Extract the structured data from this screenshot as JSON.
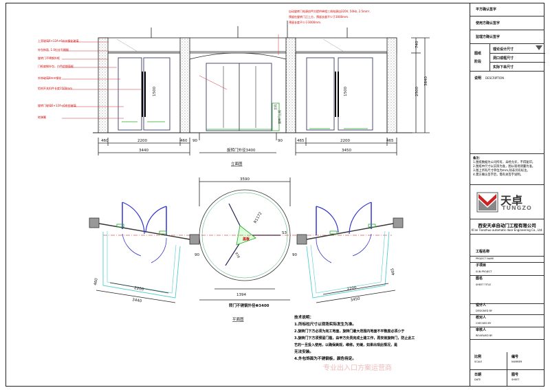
{
  "title_block": {
    "signoff_rows": [
      "平方确认签字",
      "使用方确认签字",
      "监理方确认签字"
    ],
    "dimension_label": [
      "图纸",
      "阶段"
    ],
    "dimension_rows": [
      "理论设计尺寸",
      "洞口或框尺寸",
      "实际下单尺寸"
    ],
    "description_label": "说明",
    "description_en": "DESCRIPTION",
    "notes_title": "备注：",
    "notes": [
      "1.图纸数据为公司所有，未经允许，不得复印。",
      "2.图纸中尺寸以实际为准，图以现场测量为准。",
      "3.图上所有尺寸单位为mm,除非另有标注。",
      "4.需方确认签字后，需有关签字说明。"
    ],
    "logo_text": "天卓",
    "logo_sub": "TUNGZO",
    "company_cn": "西安天卓自动门工程有限公司",
    "company_en": "Xi'an Tianzhuo automatic door Engineering Co., Ltd.",
    "project_name_cn": "工程名称",
    "project_name_en": "PROJECT NAME",
    "sub_project_cn": "子项目",
    "sub_project_en": "SUB-PROJECT",
    "sheet_title_cn": "图名",
    "sheet_title_en": "SHEET TITLE",
    "designer_cn": "设计人",
    "designer_en": "DESIGNED BY",
    "checker_cn": "校对人",
    "checker_en": "CHECKED BY",
    "reviewer_cn": "审核人",
    "reviewer_en": "REVIEWED BY",
    "scale_cn": "比例",
    "scale_en": "SCALE",
    "number_cn": "编号",
    "number_en": "NUMBER",
    "date_cn": "日期",
    "date_en": "DATE",
    "sheet_cn": "图号",
    "sheet_en": "SHEET"
  },
  "elevation": {
    "top_note": [
      "自动旋转门电源由甲方提供单相三线电源自220V, 50Hz, 2.5mm²,",
      "预留在旋转门正上方，预留长度不少于3000mm.",
      "预留长度不少于3000mm."
    ],
    "left_annotations": [
      "上亮玻璃6+12A+6mm钢化玻璃",
      "外包饰面, 1.0拉丝不锈钢",
      "旋转门不锈钢外框",
      "门框扁钢外包，白色铝塑面框",
      "外饰玻璃8mm钢化",
      "铝材开关扣件长度1500mm",
      "旋转门玻璃6+12A+6中空玻璃",
      "地弹簧"
    ],
    "right_annotations": [
      "主机",
      "旋转门上框"
    ],
    "heights": [
      "740",
      "2500",
      "3640"
    ],
    "left_dims": [
      "460",
      "2200",
      "460",
      "3440"
    ],
    "center_dim_label": "旋转门外径3400",
    "center_small_dims": [
      "90",
      "90"
    ],
    "right_dims": [
      "465",
      "2200",
      "465",
      "3450"
    ],
    "handle_dim": "1500",
    "section_label": "立面图"
  },
  "plan": {
    "top_dim": "3590",
    "radius_label": "R1172",
    "bottom_label": "转门不锈钢外径Φ3400",
    "inner_dim": "1394",
    "wing_label": "878",
    "side_dims": [
      "90",
      "90"
    ],
    "left_dims": [
      "460",
      "2200",
      "3440"
    ],
    "right_dims": [
      "465",
      "2200",
      "3450"
    ],
    "center_note": "S3",
    "section_label": "平面图"
  },
  "tech_notes": {
    "title": "技术说明：",
    "items": [
      "1.所标柱尺寸以现场实际发生为准。",
      "2.旋转门下方必须为完工地面，旋转门最大范围内地面不平整度必须小于",
      "3.旋转门下方须预留门槛，由甲方负责完成土建工作，再安装旋转门，防止此工",
      "艺的一旦投入使用，以确保美观，维修。无缝，如果出现此情况，是",
      "无法安装。",
      "4.外包饰面为不锈钢板，颜色待定。"
    ]
  },
  "watermark": "专业出入口方案运营商"
}
